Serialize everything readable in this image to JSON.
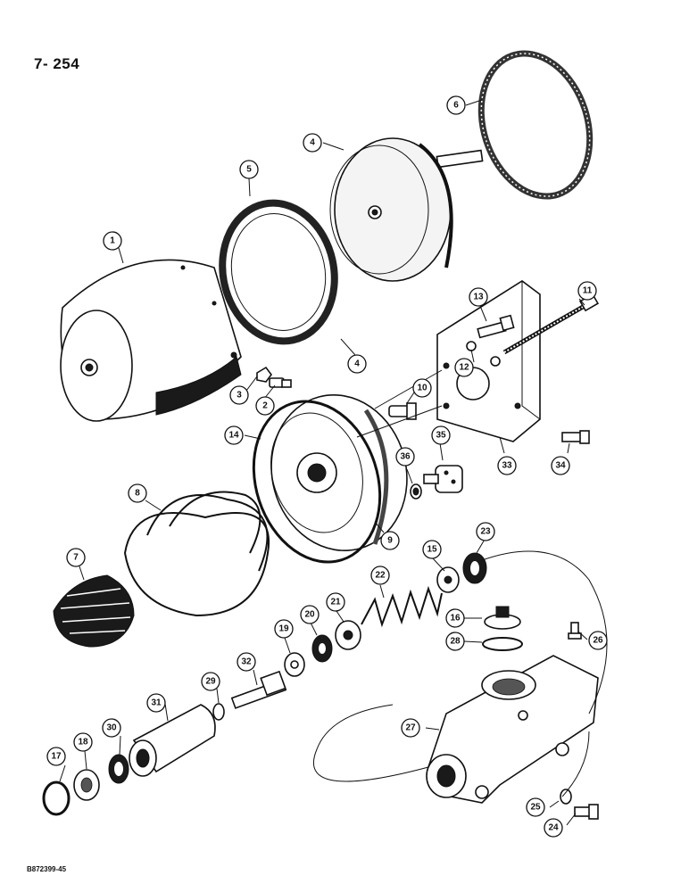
{
  "page_number": "7- 254",
  "figure_code": "B872399-45",
  "callouts": [
    {
      "id": "1",
      "label": "1"
    },
    {
      "id": "2",
      "label": "2"
    },
    {
      "id": "3",
      "label": "3"
    },
    {
      "id": "4a",
      "label": "4"
    },
    {
      "id": "4b",
      "label": "4"
    },
    {
      "id": "5",
      "label": "5"
    },
    {
      "id": "6",
      "label": "6"
    },
    {
      "id": "7",
      "label": "7"
    },
    {
      "id": "8",
      "label": "8"
    },
    {
      "id": "9",
      "label": "9"
    },
    {
      "id": "10",
      "label": "10"
    },
    {
      "id": "11",
      "label": "11"
    },
    {
      "id": "12",
      "label": "12"
    },
    {
      "id": "13",
      "label": "13"
    },
    {
      "id": "14",
      "label": "14"
    },
    {
      "id": "15",
      "label": "15"
    },
    {
      "id": "16",
      "label": "16"
    },
    {
      "id": "17",
      "label": "17"
    },
    {
      "id": "18",
      "label": "18"
    },
    {
      "id": "19",
      "label": "19"
    },
    {
      "id": "20",
      "label": "20"
    },
    {
      "id": "21",
      "label": "21"
    },
    {
      "id": "22",
      "label": "22"
    },
    {
      "id": "23",
      "label": "23"
    },
    {
      "id": "24",
      "label": "24"
    },
    {
      "id": "25",
      "label": "25"
    },
    {
      "id": "26",
      "label": "26"
    },
    {
      "id": "27",
      "label": "27"
    },
    {
      "id": "28",
      "label": "28"
    },
    {
      "id": "29",
      "label": "29"
    },
    {
      "id": "30",
      "label": "30"
    },
    {
      "id": "31",
      "label": "31"
    },
    {
      "id": "32",
      "label": "32"
    },
    {
      "id": "33",
      "label": "33"
    },
    {
      "id": "34",
      "label": "34"
    },
    {
      "id": "35",
      "label": "35"
    },
    {
      "id": "36",
      "label": "36"
    }
  ]
}
